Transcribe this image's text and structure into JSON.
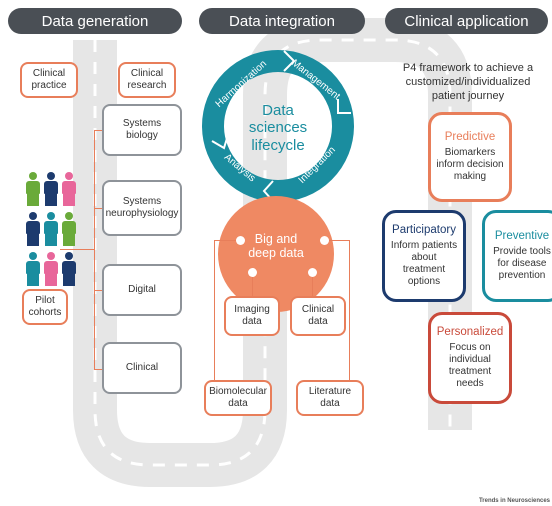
{
  "headers": {
    "generation": "Data generation",
    "integration": "Data integration",
    "application": "Clinical application"
  },
  "generation": {
    "clinical_practice": "Clinical practice",
    "clinical_research": "Clinical research",
    "categories": [
      "Systems biology",
      "Systems neurophysiology",
      "Digital",
      "Clinical"
    ],
    "pilot_cohorts": "Pilot cohorts"
  },
  "integration": {
    "lifecycle": "Data sciences lifecycle",
    "ring_labels": [
      "Harmonization",
      "Management",
      "Integration",
      "Analysis"
    ],
    "big_data": "Big and deep data",
    "sources": {
      "imaging": "Imaging data",
      "clinical": "Clinical data",
      "biomolecular": "Biomolecular data",
      "literature": "Literature data"
    }
  },
  "application": {
    "p4_title": "P4 framework to achieve a customized/individualized patient journey",
    "predictive": {
      "title": "Predictive",
      "desc": "Biomarkers inform decision making"
    },
    "participatory": {
      "title": "Participatory",
      "desc": "Inform patients about treatment options"
    },
    "preventive": {
      "title": "Preventive",
      "desc": "Provide tools for disease prevention"
    },
    "personalized": {
      "title": "Personalized",
      "desc": "Focus on individual treatment needs"
    }
  },
  "colors": {
    "header": "#4a4f55",
    "accent_orange": "#e87e5a",
    "teal": "#1a8d9f",
    "navy": "#1d3b6e",
    "road": "#e6e6e6"
  },
  "figures": {
    "colors": [
      "#6aaa3a",
      "#1d3b6e",
      "#e8669a",
      "#1d3b6e",
      "#1a8d9f",
      "#6aaa3a",
      "#1a8d9f",
      "#e8669a",
      "#1d3b6e"
    ]
  },
  "watermark": "Trends in Neurosciences"
}
